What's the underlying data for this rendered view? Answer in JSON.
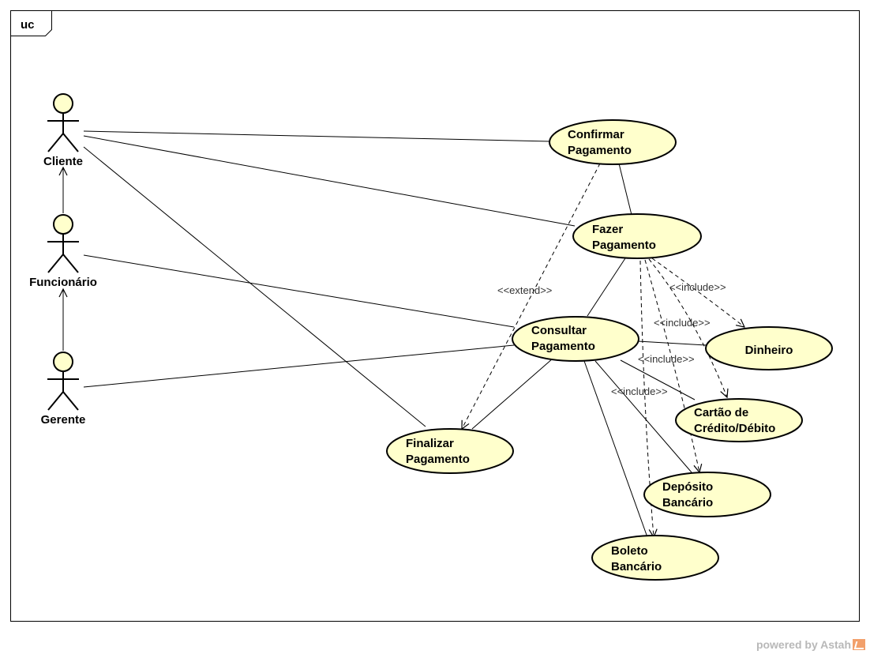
{
  "frame": {
    "label": "uc"
  },
  "actors": [
    {
      "id": "cliente",
      "label": "Cliente"
    },
    {
      "id": "funcionario",
      "label": "Funcionário"
    },
    {
      "id": "gerente",
      "label": "Gerente"
    }
  ],
  "use_cases": [
    {
      "id": "confirmar",
      "lines": [
        "Confirmar",
        "Pagamento"
      ]
    },
    {
      "id": "fazer",
      "lines": [
        "Fazer",
        "Pagamento"
      ]
    },
    {
      "id": "consultar",
      "lines": [
        "Consultar",
        "Pagamento"
      ]
    },
    {
      "id": "finalizar",
      "lines": [
        "Finalizar",
        "Pagamento"
      ]
    },
    {
      "id": "dinheiro",
      "lines": [
        "Dinheiro"
      ]
    },
    {
      "id": "cartao",
      "lines": [
        "Cartão de",
        "Crédito/Débito"
      ]
    },
    {
      "id": "deposito",
      "lines": [
        "Depósito",
        "Bancário"
      ]
    },
    {
      "id": "boleto",
      "lines": [
        "Boleto",
        "Bancário"
      ]
    }
  ],
  "relations": {
    "extend_label": "<<extend>>",
    "include_labels": [
      "<<include>>",
      "<<include>>",
      "<<include>>",
      "<<include>>"
    ]
  },
  "colors": {
    "use_case_fill": "#ffffcc",
    "actor_fill": "#ffffcc",
    "stroke": "#000000"
  },
  "footer": {
    "text": "powered by Astah"
  }
}
